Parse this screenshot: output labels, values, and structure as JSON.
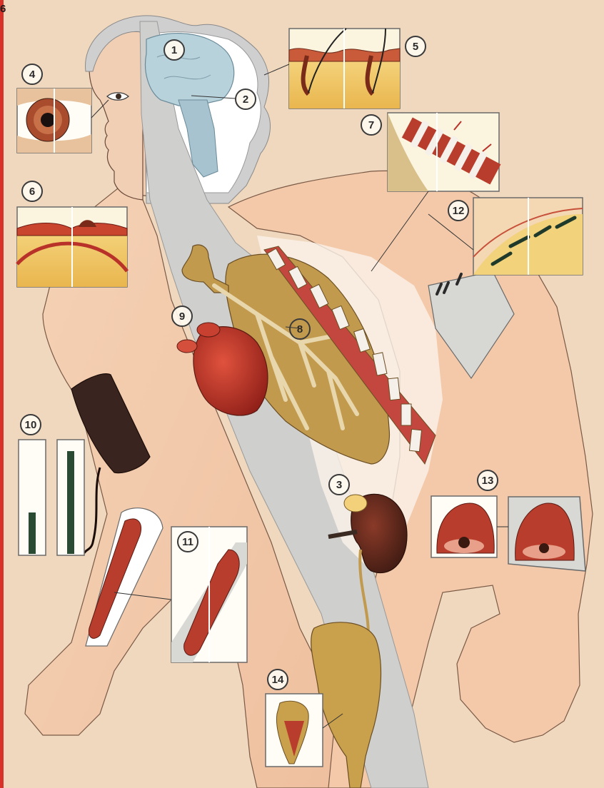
{
  "page": {
    "number": "6",
    "border_color": "#d8332a",
    "background_color": "#f0d8bf"
  },
  "figure": {
    "subject": "human-body-anatomy-illustration",
    "colors": {
      "skin": "#f4cdb0",
      "organ_red": "#b8322a",
      "lung_ochre": "#c29a4e",
      "brain_blue": "#b8d2dc",
      "fat_yellow": "#f0c860",
      "gray_band": "#cfcfcd"
    }
  },
  "callouts": [
    {
      "label": "1"
    },
    {
      "label": "2"
    },
    {
      "label": "3"
    },
    {
      "label": "4"
    },
    {
      "label": "5"
    },
    {
      "label": "6"
    },
    {
      "label": "7"
    },
    {
      "label": "8"
    },
    {
      "label": "9"
    },
    {
      "label": "10"
    },
    {
      "label": "11"
    },
    {
      "label": "12"
    },
    {
      "label": "13"
    },
    {
      "label": "14"
    }
  ]
}
